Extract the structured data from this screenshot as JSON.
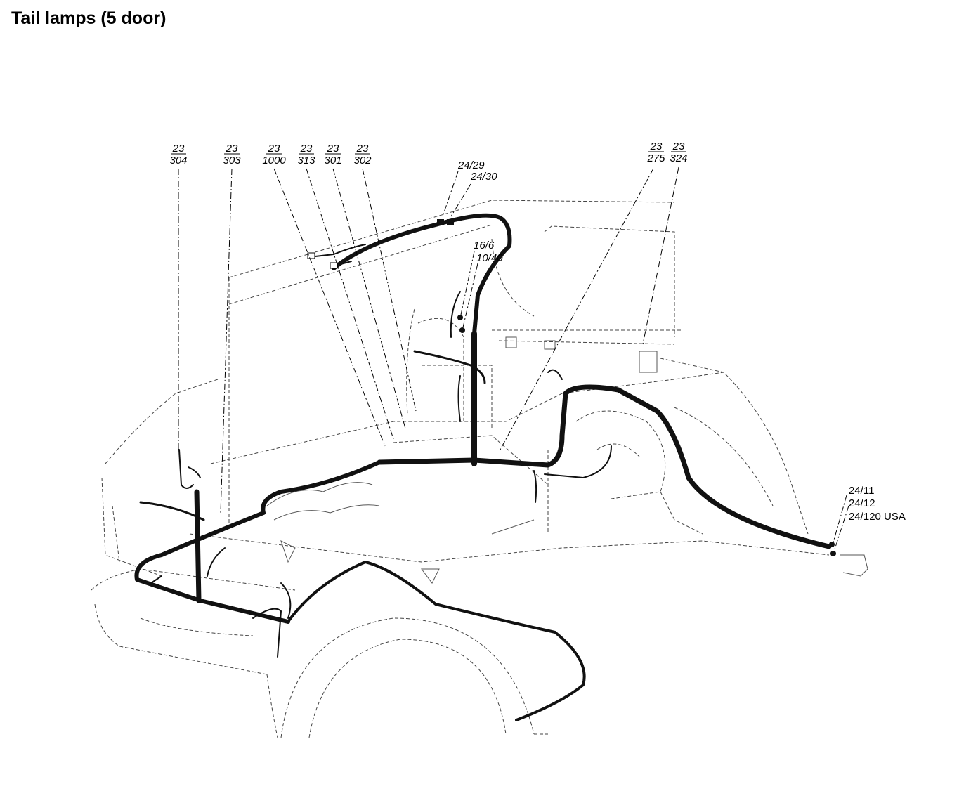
{
  "title": "Tail lamps (5 door)",
  "callouts": [
    {
      "id": "304",
      "top": "23",
      "bottom": "304"
    },
    {
      "id": "303",
      "top": "23",
      "bottom": "303"
    },
    {
      "id": "1000",
      "top": "23",
      "bottom": "1000"
    },
    {
      "id": "313",
      "top": "23",
      "bottom": "313"
    },
    {
      "id": "301",
      "top": "23",
      "bottom": "301"
    },
    {
      "id": "302",
      "top": "23",
      "bottom": "302"
    },
    {
      "id": "275",
      "top": "23",
      "bottom": "275"
    },
    {
      "id": "324",
      "top": "23",
      "bottom": "324"
    }
  ],
  "connector_labels": {
    "c2429": "24/29",
    "c2430": "24/30",
    "c166": "16/6",
    "c1040": "10/40",
    "c2411": "24/11",
    "c2412": "24/12",
    "c24120": "24/120 USA"
  }
}
